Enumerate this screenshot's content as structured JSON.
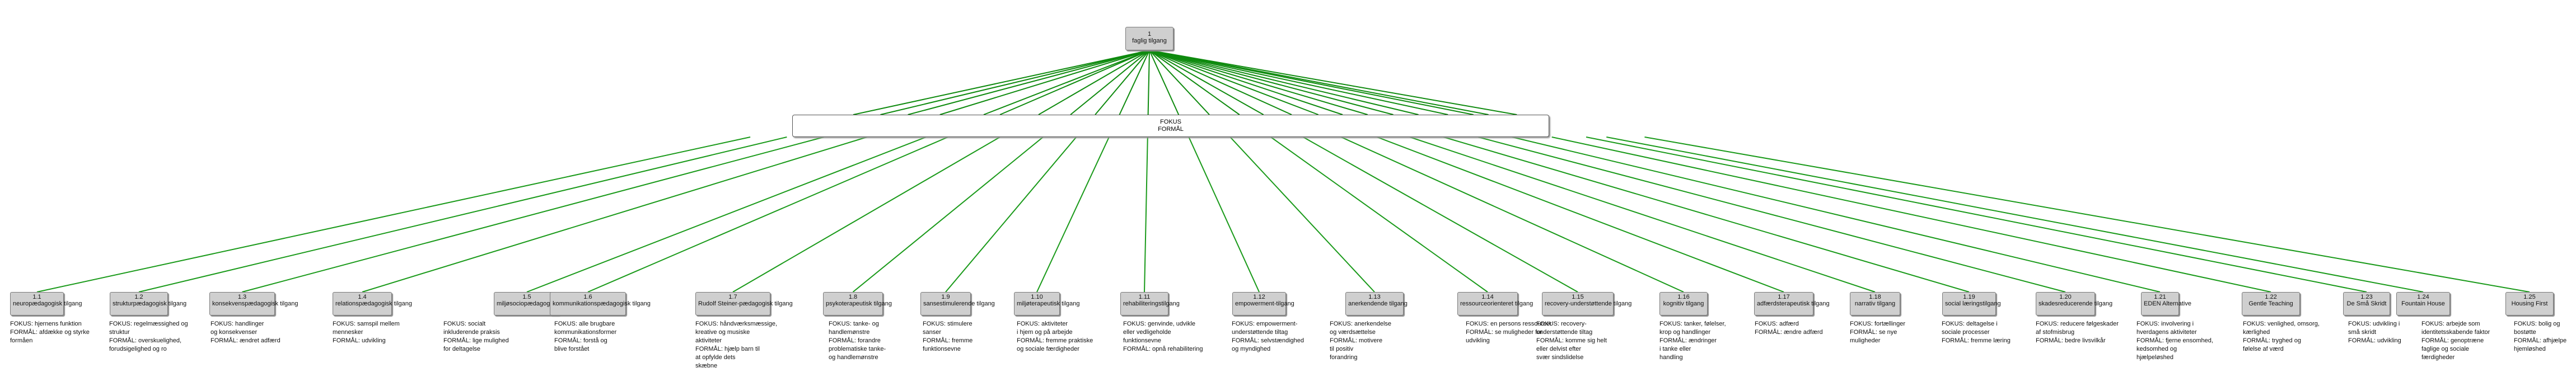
{
  "root": {
    "number": "1",
    "label": "faglig tilgang"
  },
  "band": {
    "line1": "FOKUS",
    "line2": "FORMÅL"
  },
  "colors": {
    "connector": "#1a9a1a",
    "connector_root": "#0e8a0e"
  },
  "nodes": [
    {
      "number": "1.1",
      "label": "neuropædagogisk tilgang",
      "desc": [
        "FOKUS: hjernens funktion",
        "FORMÅL: afdække og styrke",
        "formåen"
      ]
    },
    {
      "number": "1.2",
      "label": "strukturpædagogisk tilgang",
      "desc": [
        "FOKUS: regelmæssighed og",
        "struktur",
        "FORMÅL: overskuelighed,",
        "forudsigelighed og ro"
      ]
    },
    {
      "number": "1.3",
      "label": "konsekvenspædagogisk tilgang",
      "desc": [
        "FOKUS: handlinger",
        "og konsekvenser",
        "FORMÅL: ændret adfærd"
      ]
    },
    {
      "number": "1.4",
      "label": "relationspædagogisk tilgang",
      "desc": [
        "FOKUS: samspil mellem",
        "mennesker",
        "FORMÅL: udvikling"
      ]
    },
    {
      "number": "1.5",
      "label": "miljøsociopædagogisk tilgang",
      "desc": [
        "FOKUS: socialt",
        "inkluderende praksis",
        "FORMÅL: lige mulighed",
        "for deltagelse"
      ]
    },
    {
      "number": "1.6",
      "label": "kommunikationspædagogisk tilgang",
      "desc": [
        "FOKUS: alle brugbare",
        "kommunikationsformer",
        "FORMÅL: forstå og",
        "blive forstået"
      ]
    },
    {
      "number": "1.7",
      "label": "Rudolf Steiner-pædagogisk tilgang",
      "desc": [
        "FOKUS: håndværksmæssige,",
        "kreative og musiske",
        "aktiviteter",
        "FORMÅL: hjælp barn til",
        "at opfylde dets",
        "skæbne"
      ]
    },
    {
      "number": "1.8",
      "label": "psykoterapeutisk tilgang",
      "desc": [
        "FOKUS: tanke- og",
        "handlemønstre",
        "FORMÅL: forandre",
        "problematiske tanke-",
        "og handlemønstre"
      ]
    },
    {
      "number": "1.9",
      "label": "sansestimulerende tilgang",
      "desc": [
        "FOKUS: stimulere",
        "sanser",
        "FORMÅL: fremme",
        "funktionsevne"
      ]
    },
    {
      "number": "1.10",
      "label": "miljøterapeutisk tilgang",
      "desc": [
        "FOKUS: aktiviteter",
        "i hjem og på arbejde",
        "FORMÅL: fremme praktiske",
        "og sociale færdigheder"
      ]
    },
    {
      "number": "1.11",
      "label": "rehabiliteringstilgang",
      "desc": [
        "FOKUS: genvinde, udvikle",
        "eller vedligeholde",
        "funktionsevne",
        "FORMÅL: opnå rehabilitering"
      ]
    },
    {
      "number": "1.12",
      "label": "empowerment-tilgang",
      "desc": [
        "FOKUS: empowerment-",
        "understøttende tiltag",
        "FORMÅL: selvstændighed",
        "og myndighed"
      ]
    },
    {
      "number": "1.13",
      "label": "anerkendende tilgang",
      "desc": [
        "FOKUS: anerkendelse",
        "og værdsættelse",
        "FORMÅL: motivere",
        "til positiv",
        "forandring"
      ]
    },
    {
      "number": "1.14",
      "label": "ressourceorienteret tilgang",
      "desc": [
        "FOKUS: en persons ressourcer",
        "FORMÅL: se muligheder for",
        "udvikling"
      ]
    },
    {
      "number": "1.15",
      "label": "recovery-understøttende tilgang",
      "desc": [
        "FOKUS: recovery-",
        "understøttende tiltag",
        "FORMÅL: komme sig helt",
        "eller delvist efter",
        "svær sindslidelse"
      ]
    },
    {
      "number": "1.16",
      "label": "kognitiv tilgang",
      "desc": [
        "FOKUS: tanker, følelser,",
        "krop og handlinger",
        "FORMÅL: ændringer",
        "i tanke eller",
        "handling"
      ]
    },
    {
      "number": "1.17",
      "label": "adfærdsterapeutisk tilgang",
      "desc": [
        "FOKUS: adfærd",
        "FORMÅL: ændre adfærd"
      ]
    },
    {
      "number": "1.18",
      "label": "narrativ tilgang",
      "desc": [
        "FOKUS: fortællinger",
        "FORMÅL: se nye",
        "muligheder"
      ]
    },
    {
      "number": "1.19",
      "label": "social læringstilgang",
      "desc": [
        "FOKUS: deltagelse i",
        "sociale processer",
        "FORMÅL: fremme læring"
      ]
    },
    {
      "number": "1.20",
      "label": "skadesreducerende tilgang",
      "desc": [
        "FOKUS: reducere følgeskader",
        "af stofmisbrug",
        "FORMÅL: bedre livsvilkår"
      ]
    },
    {
      "number": "1.21",
      "label": "EDEN Alternative",
      "desc": [
        "FOKUS: involvering i",
        "hverdagens aktiviteter",
        "FORMÅL: fjerne ensomhed,",
        "kedsomhed og",
        "hjælpeløshed"
      ]
    },
    {
      "number": "1.22",
      "label": "Gentle Teaching",
      "desc": [
        "FOKUS: venlighed, omsorg,",
        "kærlighed",
        "FORMÅL: tryghed og",
        "følelse af værd"
      ]
    },
    {
      "number": "1.23",
      "label": "De Små Skridt",
      "desc": [
        "FOKUS: udvikling i",
        "små skridt",
        "FORMÅL: udvikling"
      ]
    },
    {
      "number": "1.24",
      "label": "Fountain House",
      "desc": [
        "FOKUS: arbejde som",
        "identitetsskabende faktor",
        "FORMÅL: genoptræne",
        "faglige og sociale",
        "færdigheder"
      ]
    },
    {
      "number": "1.25",
      "label": "Housing First",
      "desc": [
        "FOKUS: bolig og",
        "bostøtte",
        "FORMÅL: afhjælpe",
        "hjemløshed"
      ]
    }
  ]
}
